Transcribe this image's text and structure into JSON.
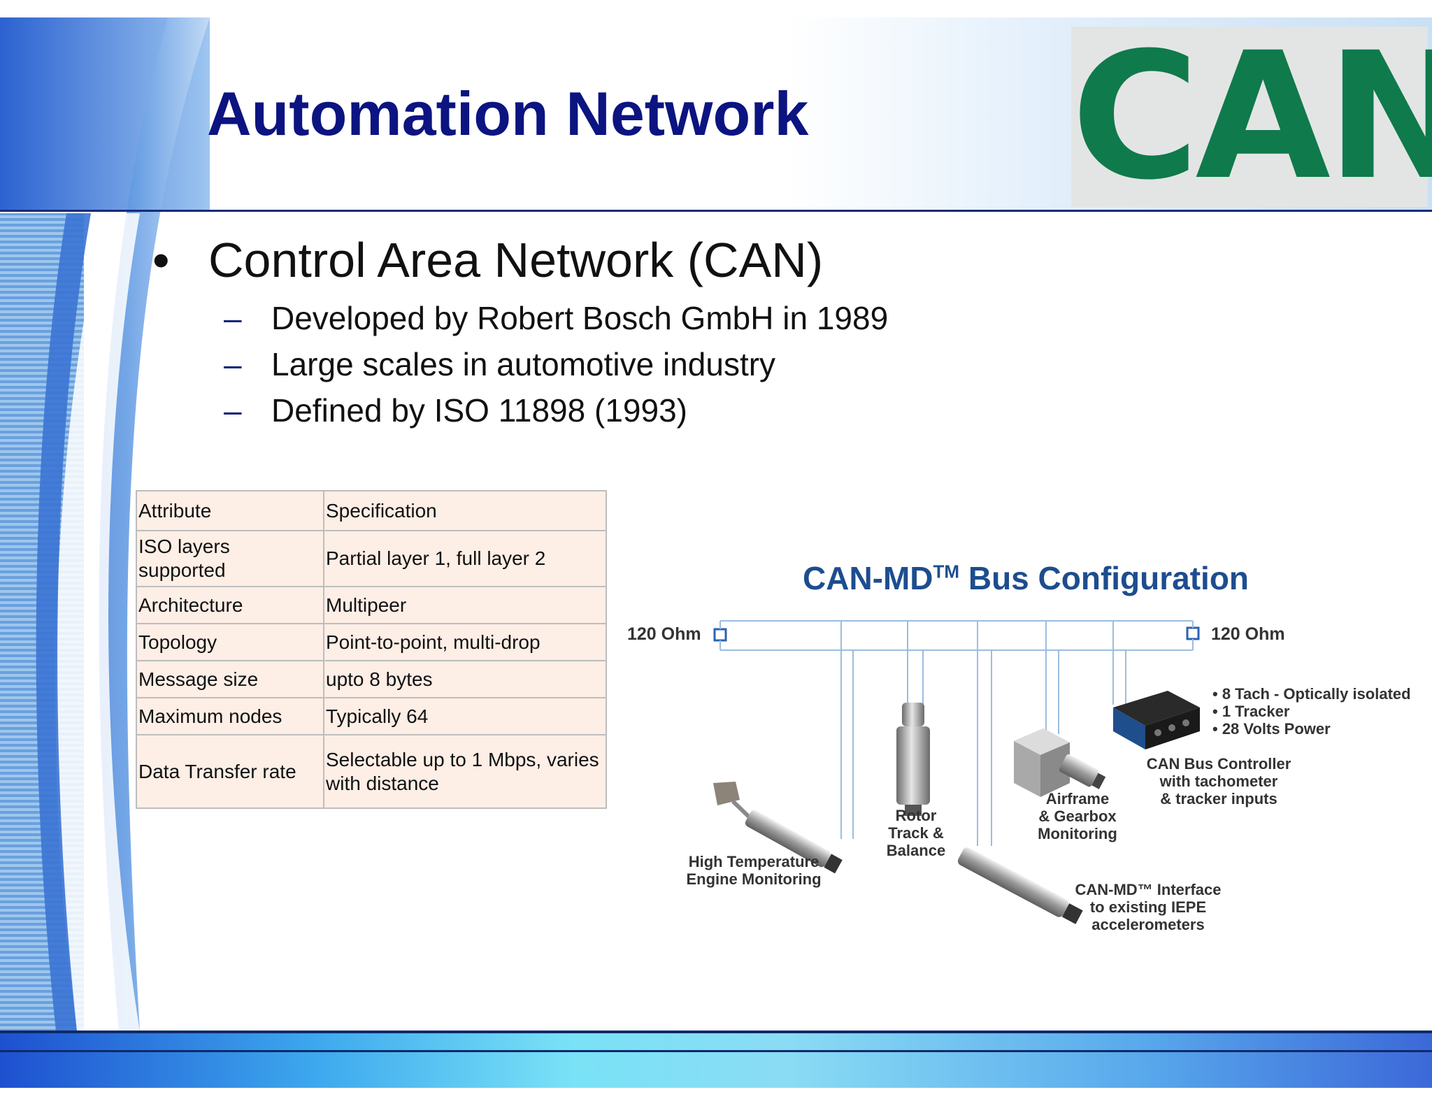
{
  "slide": {
    "title": "Automation Network",
    "logo_text": "CAN",
    "bullet": {
      "marker": "•",
      "text": "Control Area Network (CAN)",
      "sub_marker": "–",
      "sub_items": [
        "Developed by Robert Bosch GmbH in 1989",
        "Large scales in automotive industry",
        "Defined by ISO 11898 (1993)"
      ]
    }
  },
  "spec_table": {
    "headers": [
      "Attribute",
      "Specification"
    ],
    "rows": [
      [
        "ISO layers supported",
        "Partial layer 1, full layer 2"
      ],
      [
        "Architecture",
        "Multipeer"
      ],
      [
        "Topology",
        "Point-to-point, multi-drop"
      ],
      [
        "Message size",
        "upto 8 bytes"
      ],
      [
        "Maximum nodes",
        "Typically 64"
      ],
      [
        "Data Transfer rate",
        "Selectable up to 1 Mbps, varies with distance"
      ]
    ]
  },
  "figure": {
    "title_main": "CAN-MD",
    "title_tm": "TM",
    "title_rest": " Bus Configuration",
    "terminator_left": "120 Ohm",
    "terminator_right": "120 Ohm",
    "controller_features": [
      "• 8 Tach - Optically isolated",
      "• 1 Tracker",
      "• 28 Volts Power"
    ],
    "labels": {
      "controller": [
        "CAN Bus Controller",
        "with tachometer",
        "& tracker inputs"
      ],
      "airframe": [
        "Airframe",
        "& Gearbox",
        "Monitoring"
      ],
      "rotor": [
        "Rotor",
        "Track &",
        "Balance"
      ],
      "engine": [
        "High Temperature",
        "Engine Monitoring"
      ],
      "interface": [
        "CAN-MD™ Interface",
        "to existing IEPE",
        "accelerometers"
      ]
    }
  },
  "colors": {
    "title": "#0b1480",
    "logo_green": "#0f7a4c",
    "figure_title": "#1d4d8f",
    "table_bg": "#fdeee6"
  }
}
